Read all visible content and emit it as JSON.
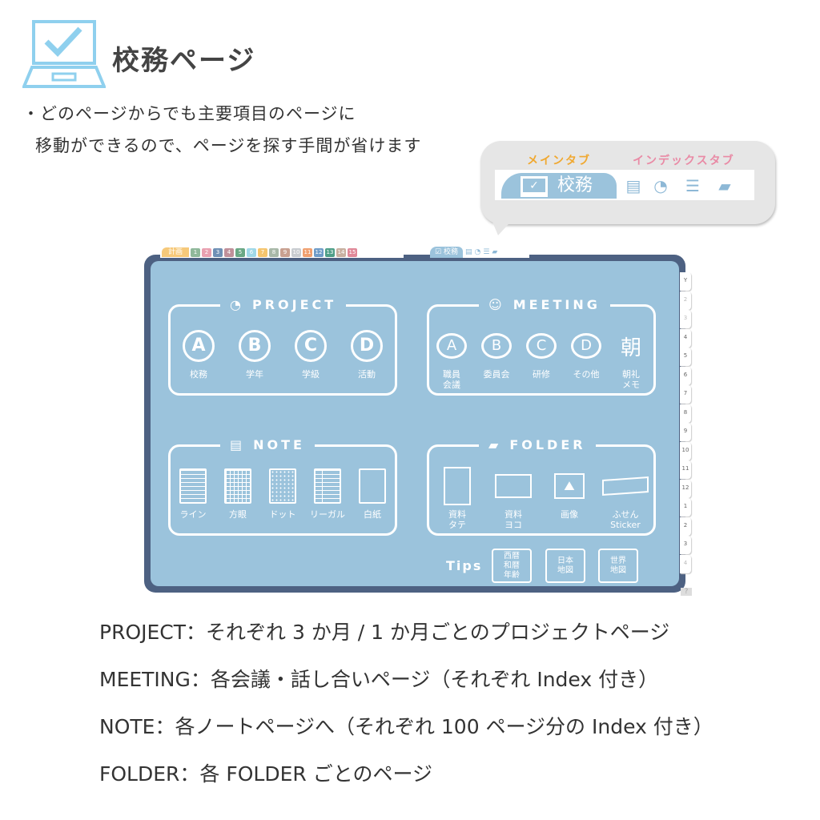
{
  "header": {
    "title": "校務ページ",
    "icon": "laptop-check-icon",
    "bullet_line1": "・どのページからでも主要項目のページに",
    "bullet_line2": "移動ができるので、ページを探す手間が省けます"
  },
  "callout": {
    "main_tab_label": "メインタブ",
    "index_tab_label": "インデックスタブ",
    "tab_text": "校務",
    "main_color": "#f0a830",
    "index_color": "#e98aa5",
    "icons": [
      "laptop-check-icon",
      "note-icon",
      "project-clock-icon",
      "meeting-bubble-icon",
      "folder-icon"
    ]
  },
  "board": {
    "plan_tab": "計画",
    "month_tabs": [
      {
        "n": "1",
        "c": "#8fb89a"
      },
      {
        "n": "2",
        "c": "#e9a0b0"
      },
      {
        "n": "3",
        "c": "#6f90b5"
      },
      {
        "n": "4",
        "c": "#c0909a"
      },
      {
        "n": "5",
        "c": "#6aa885"
      },
      {
        "n": "6",
        "c": "#9fd8e8"
      },
      {
        "n": "7",
        "c": "#f5c56e"
      },
      {
        "n": "8",
        "c": "#a8b8a8"
      },
      {
        "n": "9",
        "c": "#c8a090"
      },
      {
        "n": "10",
        "c": "#c8ccd0"
      },
      {
        "n": "11",
        "c": "#f0a070"
      },
      {
        "n": "12",
        "c": "#6f9cc8"
      },
      {
        "n": "13",
        "c": "#4f9f88"
      },
      {
        "n": "14",
        "c": "#c8b0a0"
      },
      {
        "n": "15",
        "c": "#e08898"
      }
    ],
    "koumu_tab": "校務",
    "side_tabs": [
      "Y",
      "2",
      "3",
      "4",
      "5",
      "6",
      "7",
      "8",
      "9",
      "10",
      "11",
      "12",
      "1",
      "2",
      "3",
      "4"
    ],
    "help": "?",
    "project": {
      "title": "PROJECT",
      "items": [
        {
          "letter": "A",
          "label": "校務"
        },
        {
          "letter": "B",
          "label": "学年"
        },
        {
          "letter": "C",
          "label": "学級"
        },
        {
          "letter": "D",
          "label": "活動"
        }
      ]
    },
    "meeting": {
      "title": "MEETING",
      "items": [
        {
          "letter": "A",
          "label": "職員\n会議"
        },
        {
          "letter": "B",
          "label": "委員会"
        },
        {
          "letter": "C",
          "label": "研修"
        },
        {
          "letter": "D",
          "label": "その他"
        },
        {
          "letter": "朝",
          "label": "朝礼\nメモ"
        }
      ]
    },
    "note": {
      "title": "NOTE",
      "items": [
        "ライン",
        "方眼",
        "ドット",
        "リーガル",
        "白紙"
      ]
    },
    "folder": {
      "title": "FOLDER",
      "items": [
        "資料\nタテ",
        "資料\nヨコ",
        "画像",
        "ふせん\nSticker"
      ]
    },
    "tips": {
      "label": "Tips",
      "items": [
        "西暦\n和暦\n年齢",
        "日本\n地図",
        "世界\n地図"
      ]
    },
    "colors": {
      "panel": "#9bc3dc",
      "frame": "#4d6182"
    }
  },
  "descriptions": [
    "PROJECT：それぞれ 3 か月 / 1 か月ごとのプロジェクトページ",
    "MEETING：各会議・話し合いページ（それぞれ Index 付き）",
    "NOTE：各ノートページへ（それぞれ 100 ページ分の Index 付き）",
    "FOLDER：各 FOLDER ごとのページ"
  ]
}
